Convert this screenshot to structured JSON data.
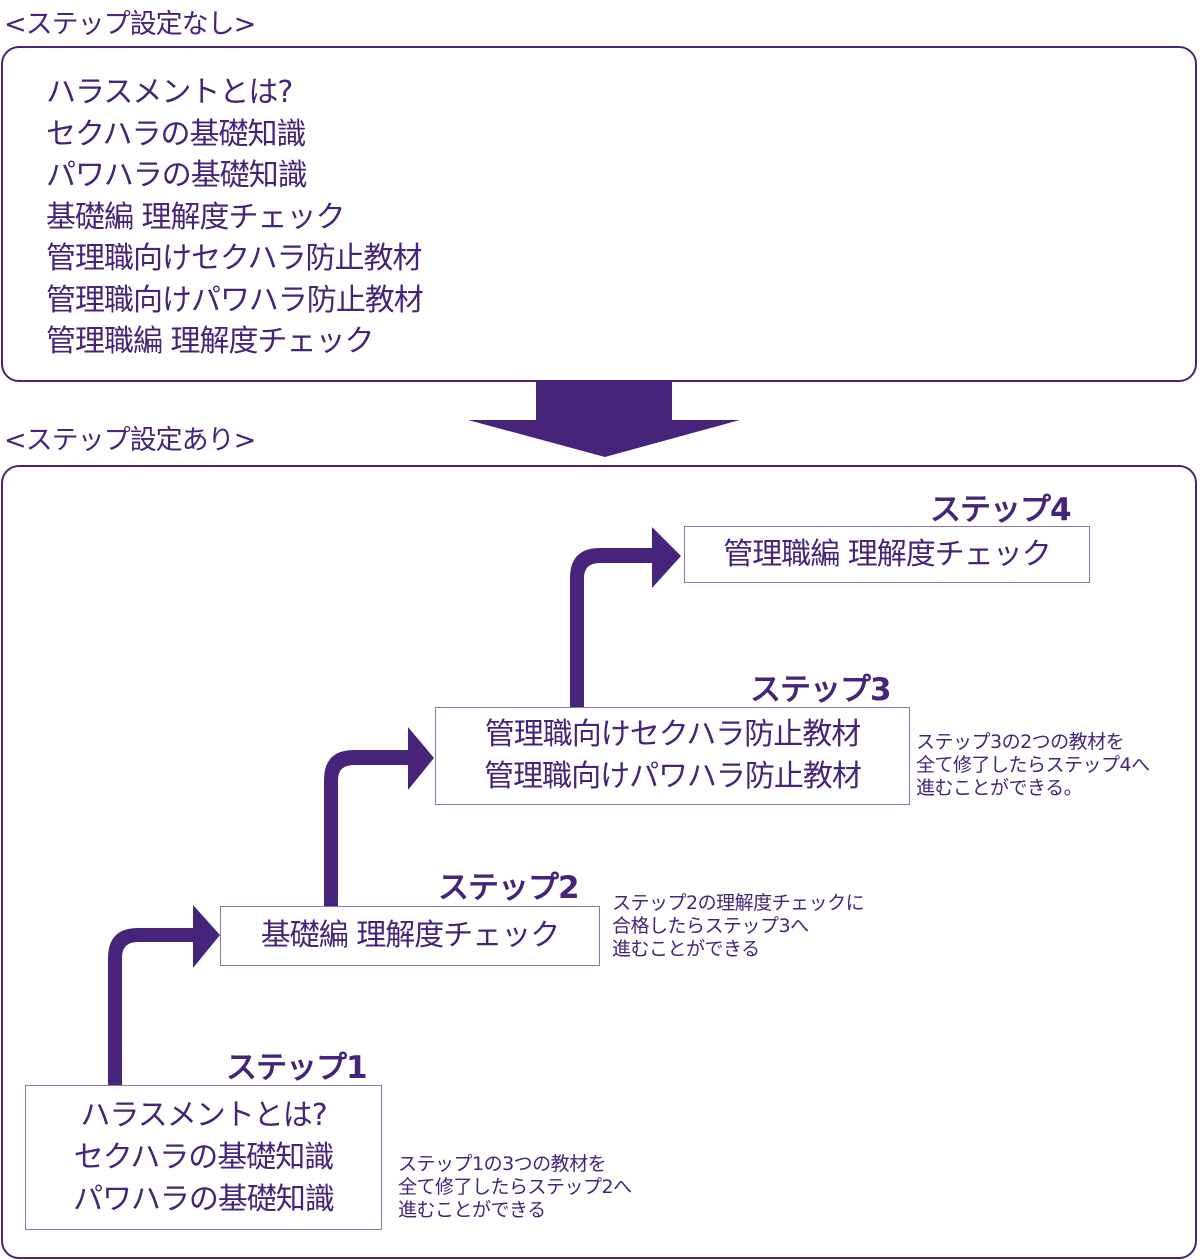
{
  "colors": {
    "accent": "#46247a",
    "box_border": "#8a76ad"
  },
  "before": {
    "heading": "<ステップ設定なし>",
    "items": [
      "ハラスメントとは?",
      "セクハラの基礎知識",
      "パワハラの基礎知識",
      "基礎編 理解度チェック",
      "管理職向けセクハラ防止教材",
      "管理職向けパワハラ防止教材",
      "管理職編 理解度チェック"
    ]
  },
  "transition_icon": "down-arrow-icon",
  "after": {
    "heading": "<ステップ設定あり>",
    "steps": [
      {
        "label": "ステップ1",
        "items": [
          "ハラスメントとは?",
          "セクハラの基礎知識",
          "パワハラの基礎知識"
        ],
        "note": [
          "ステップ1の3つの教材を",
          "全て修了したらステップ2へ",
          "進むことができる"
        ]
      },
      {
        "label": "ステップ2",
        "items": [
          "基礎編 理解度チェック"
        ],
        "note": [
          "ステップ2の理解度チェックに",
          "合格したらステップ3へ",
          "進むことができる"
        ]
      },
      {
        "label": "ステップ3",
        "items": [
          "管理職向けセクハラ防止教材",
          "管理職向けパワハラ防止教材"
        ],
        "note": [
          "ステップ3の2つの教材を",
          "全て修了したらステップ4へ",
          "進むことができる。"
        ]
      },
      {
        "label": "ステップ4",
        "items": [
          "管理職編 理解度チェック"
        ]
      }
    ]
  }
}
